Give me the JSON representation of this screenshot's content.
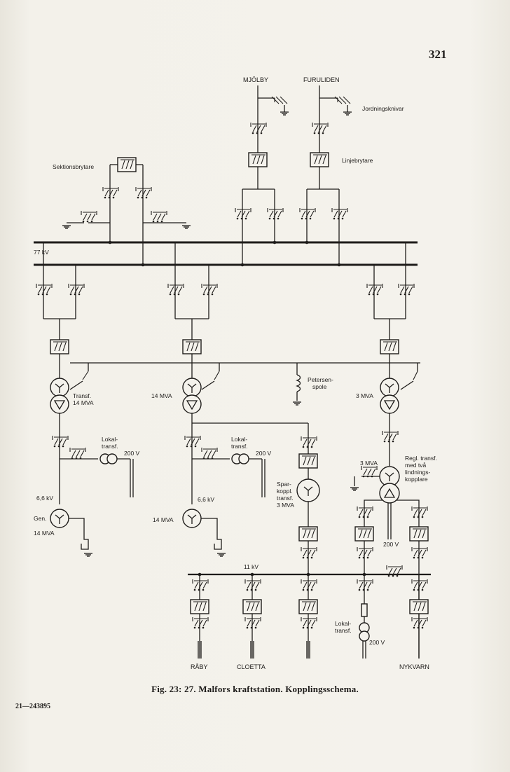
{
  "page": {
    "number": "321",
    "caption": "Fig. 23: 27.  Malfors kraftstation.  Kopplingsschema.",
    "print_code": "21—243895"
  },
  "diagram": {
    "lines_in": {
      "left": "MJÖLBY",
      "right": "FURULIDEN"
    },
    "labels": {
      "earthing_switch": "Jordningsknivar",
      "line_breaker": "Linjebrytare",
      "section_breaker": "Sektionsbrytare",
      "bus_77": "77 kV",
      "bus_11": "11 kV",
      "petersen": [
        "Petersen-",
        "spole"
      ],
      "transf_left": [
        "Transf.",
        "14 MVA"
      ],
      "mva_mid": "14 MVA",
      "mva_right": "3 MVA",
      "lokal_transf": [
        "Lokal-",
        "transf."
      ],
      "v200": "200 V",
      "kv66": "6,6 kV",
      "gen": "Gen.",
      "gen_mva": "14 MVA",
      "gen2_mva": "14 MVA",
      "spar": [
        "Spar-",
        "koppl.",
        "transf.",
        "3 MVA"
      ],
      "regl": [
        "Regl. transf.",
        "med två",
        "lindnings-",
        "kopplare"
      ],
      "regl_mva": "3 MVA",
      "lokal3": [
        "Lokal-",
        "transf."
      ]
    },
    "lines_out": [
      "RÅBY",
      "CLOETTA",
      "NYKVARN"
    ]
  }
}
